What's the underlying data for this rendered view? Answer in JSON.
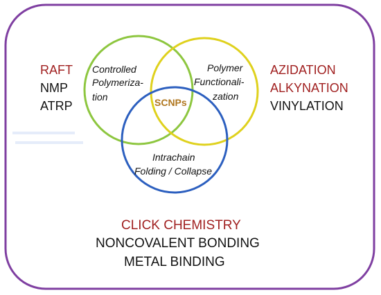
{
  "colors": {
    "frame": "#7f3fa1",
    "green": "#8dc63f",
    "yellow": "#dfd11d",
    "blue": "#2c5fbf",
    "red": "#a01f1f",
    "black": "#111111",
    "scnps": "#b0771f",
    "faint": "#c8d7f3"
  },
  "left_methods": {
    "raft": "RAFT",
    "nmp": "NMP",
    "atrp": "ATRP"
  },
  "right_methods": {
    "azidation": "AZIDATION",
    "alkynation": "ALKYNATION",
    "vinylation": "VINYLATION"
  },
  "bottom_methods": {
    "click": "CLICK CHEMISTRY",
    "noncovalent": "NONCOVALENT BONDING",
    "metal": "METAL BINDING"
  },
  "circles": {
    "controlled": {
      "line1": "Controlled",
      "line2": "Polymeriza-",
      "line3": "tion"
    },
    "functionalization": {
      "line1": "Polymer",
      "line2": "Functionali-",
      "line3": "zation"
    },
    "intrachain": {
      "line1": "Intrachain",
      "line2": "Folding / Collapse"
    }
  },
  "center_label": "SCNPs"
}
